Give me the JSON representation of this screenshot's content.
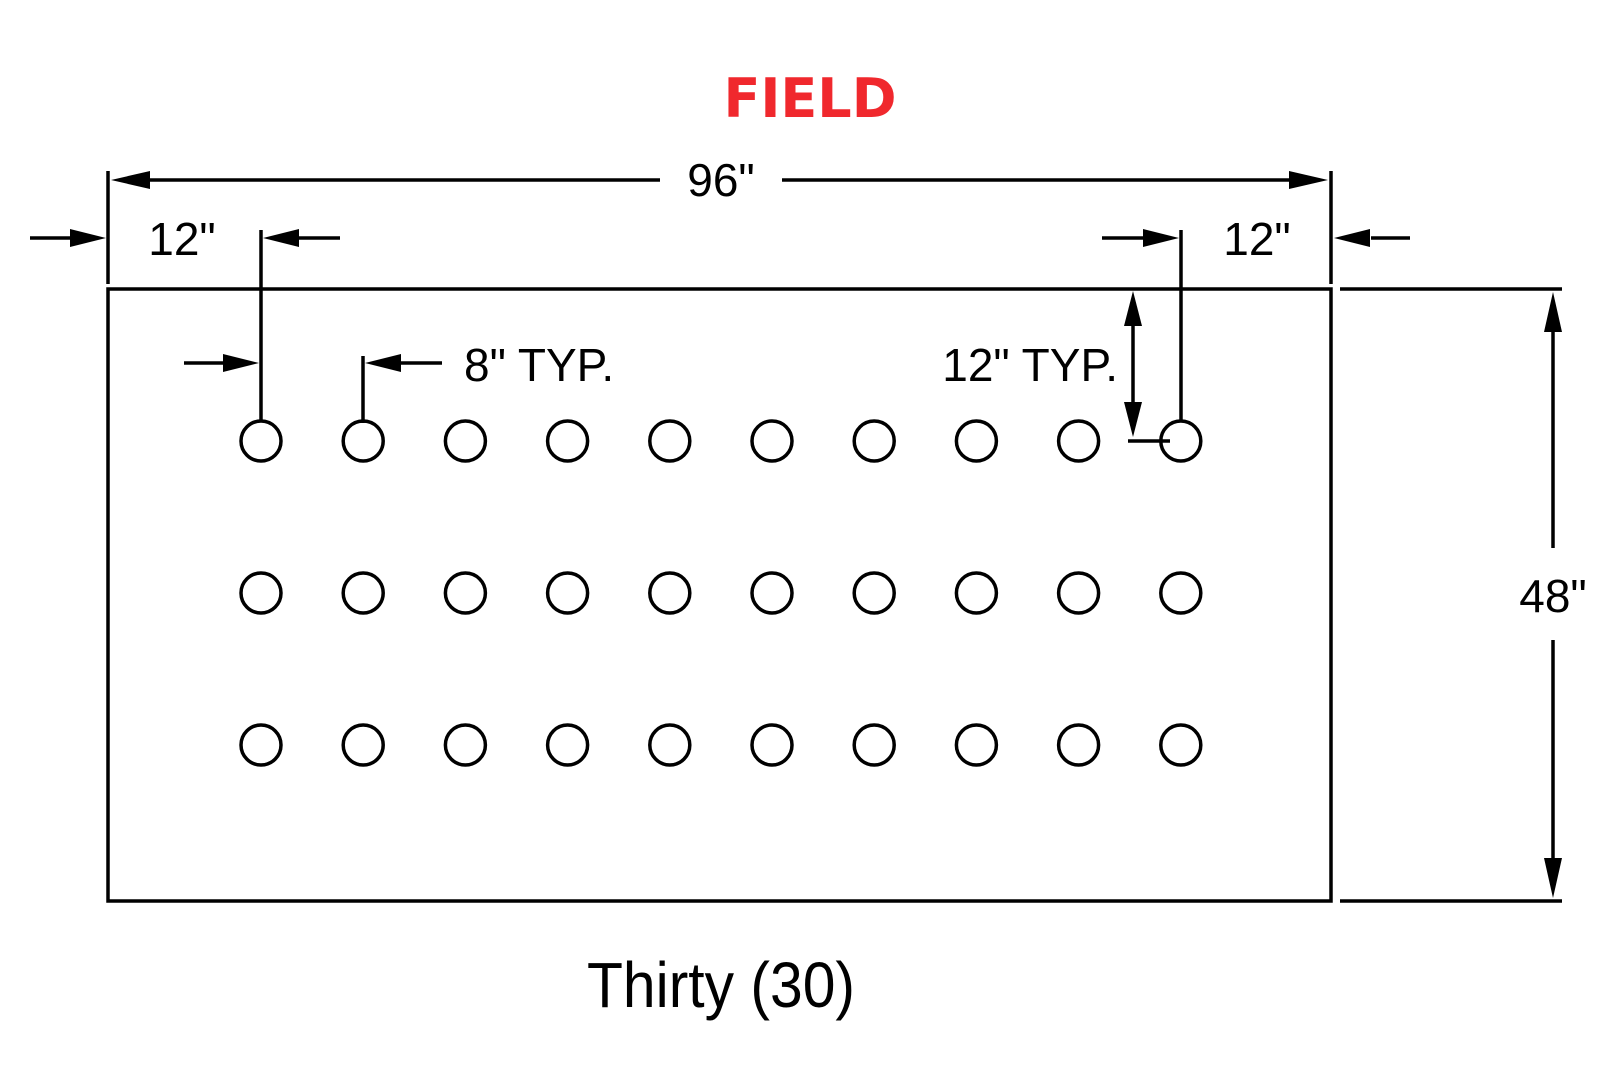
{
  "title": {
    "text": "FIELD",
    "color": "#f0282d"
  },
  "dimensions": {
    "overall_width": "96\"",
    "left_edge_offset": "12\"",
    "right_edge_offset": "12\"",
    "hole_spacing": "8\" TYP.",
    "top_edge_offset": "12\" TYP.",
    "overall_height": "48\""
  },
  "hole_pattern": {
    "rows": 3,
    "columns": 10
  },
  "caption": "Thirty (30)"
}
